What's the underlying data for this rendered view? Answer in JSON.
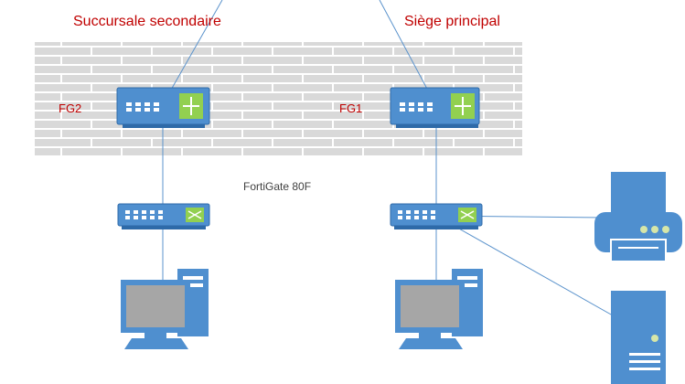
{
  "colors": {
    "device_fill": "#4f8fcf",
    "device_dark": "#2e6aa8",
    "device_base": "#cfdff0",
    "wire": "#5b93cc",
    "site_title": "#c00000",
    "fg_label": "#c00000",
    "caption": "#404040",
    "wall_brick": "#d9d9d9",
    "wall_mortar": "#ffffff",
    "router_icon": "#92d050",
    "screen": "#a6a6a6"
  },
  "sites": {
    "branch": {
      "title": "Succursale secondaire",
      "firewall_label": "FG2"
    },
    "head_office": {
      "title": "Siège principal",
      "firewall_label": "FG1"
    }
  },
  "firewall_wall": {
    "caption": "FortiGate 80F"
  },
  "icons": {
    "firewall": "firewall-router-icon",
    "switch": "network-switch-icon",
    "workstation": "desktop-computer-icon",
    "printer": "printer-icon",
    "server": "tower-server-icon"
  }
}
